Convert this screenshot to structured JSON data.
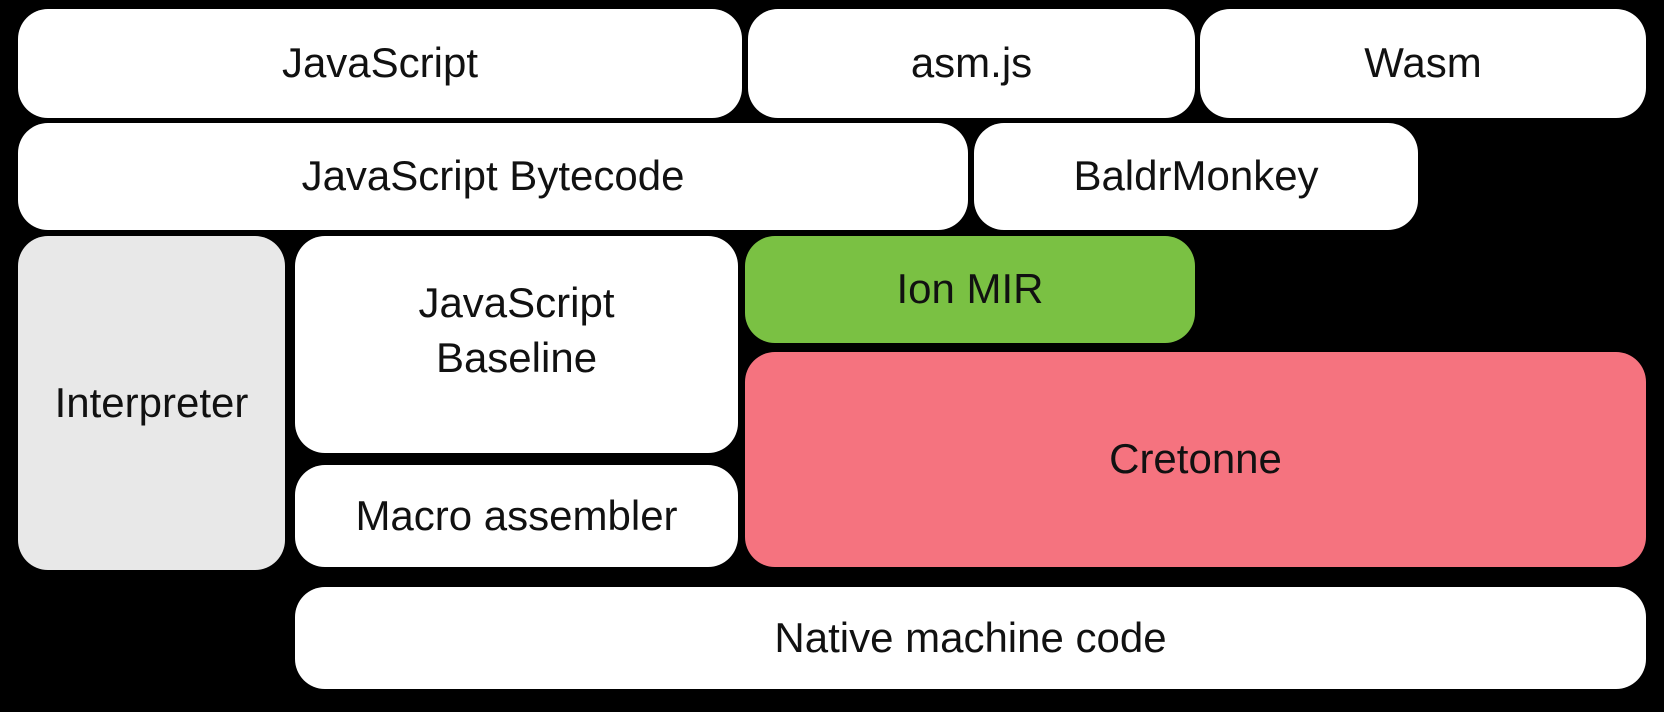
{
  "diagram": {
    "description": "Compiler pipeline diagram of rounded boxes on a black background",
    "colors": {
      "background": "#000000",
      "box_white": "#ffffff",
      "box_gray": "#e8e8e8",
      "box_green": "#7ac143",
      "box_pink": "#f5737f",
      "text": "#111111"
    },
    "boxes": {
      "javascript": {
        "label": "JavaScript",
        "fill": "#ffffff"
      },
      "asmjs": {
        "label": "asm.js",
        "fill": "#ffffff"
      },
      "wasm": {
        "label": "Wasm",
        "fill": "#ffffff"
      },
      "js_bytecode": {
        "label": "JavaScript Bytecode",
        "fill": "#ffffff"
      },
      "baldrmonkey": {
        "label": "BaldrMonkey",
        "fill": "#ffffff"
      },
      "interpreter": {
        "label": "Interpreter",
        "fill": "#e8e8e8"
      },
      "js_baseline": {
        "label": "JavaScript Baseline",
        "fill": "#ffffff"
      },
      "ion_mir": {
        "label": "Ion MIR",
        "fill": "#7ac143"
      },
      "cretonne": {
        "label": "Cretonne",
        "fill": "#f5737f"
      },
      "macro_assembler": {
        "label": "Macro assembler",
        "fill": "#ffffff"
      },
      "native_machine_code": {
        "label": "Native machine code",
        "fill": "#ffffff"
      }
    }
  }
}
